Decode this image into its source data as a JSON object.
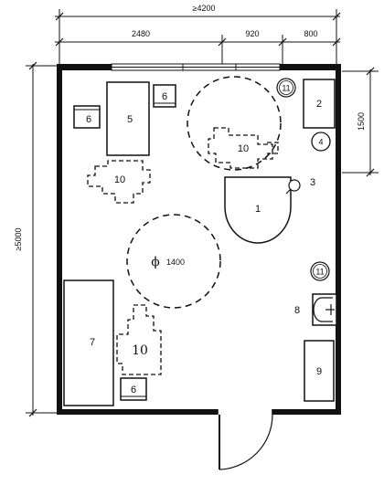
{
  "dimensions": {
    "overall_width": "≥4200",
    "seg_a": "2480",
    "seg_b": "920",
    "seg_c": "800",
    "overall_height": "≥5000",
    "side_height": "1500",
    "circle_diameter": "1400"
  },
  "symbols": {
    "diameter": "ϕ"
  },
  "items": {
    "i1": "1",
    "i2": "2",
    "i3": "3",
    "i4": "4",
    "i5": "5",
    "i6a": "6",
    "i6b": "6",
    "i6c": "6",
    "i7": "7",
    "i8": "8",
    "i9": "9",
    "i10a": "10",
    "i10b": "10",
    "i10c": "10",
    "i11a": "11",
    "i11b": "11"
  }
}
